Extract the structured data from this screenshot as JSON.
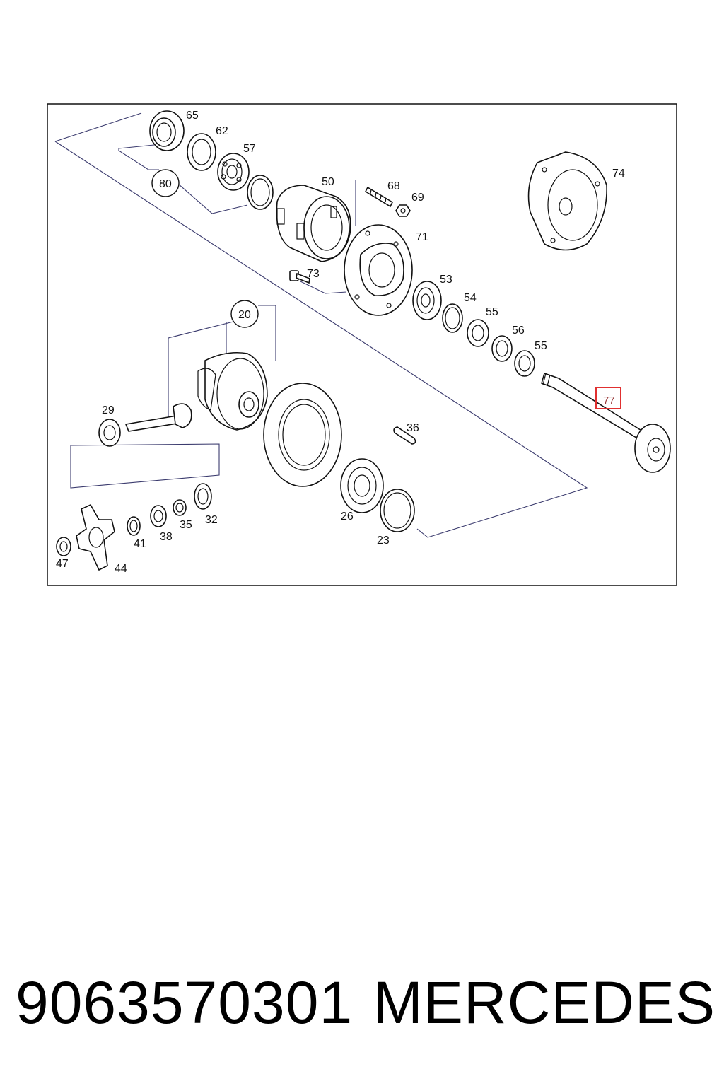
{
  "diagram": {
    "part_labels": {
      "p65": "65",
      "p62": "62",
      "p57": "57",
      "p80": "80",
      "p50": "50",
      "p68": "68",
      "p69": "69",
      "p71": "71",
      "p74": "74",
      "p73": "73",
      "p53": "53",
      "p54": "54",
      "p55a": "55",
      "p56": "56",
      "p55b": "55",
      "p77": "77",
      "p20": "20",
      "p29": "29",
      "p36": "36",
      "p26": "26",
      "p23": "23",
      "p32": "32",
      "p35": "35",
      "p38": "38",
      "p41": "41",
      "p47": "47",
      "p44": "44"
    },
    "highlight_color": "#e03030"
  },
  "caption": {
    "part_number": "9063570301",
    "brand": "MERCEDES"
  }
}
